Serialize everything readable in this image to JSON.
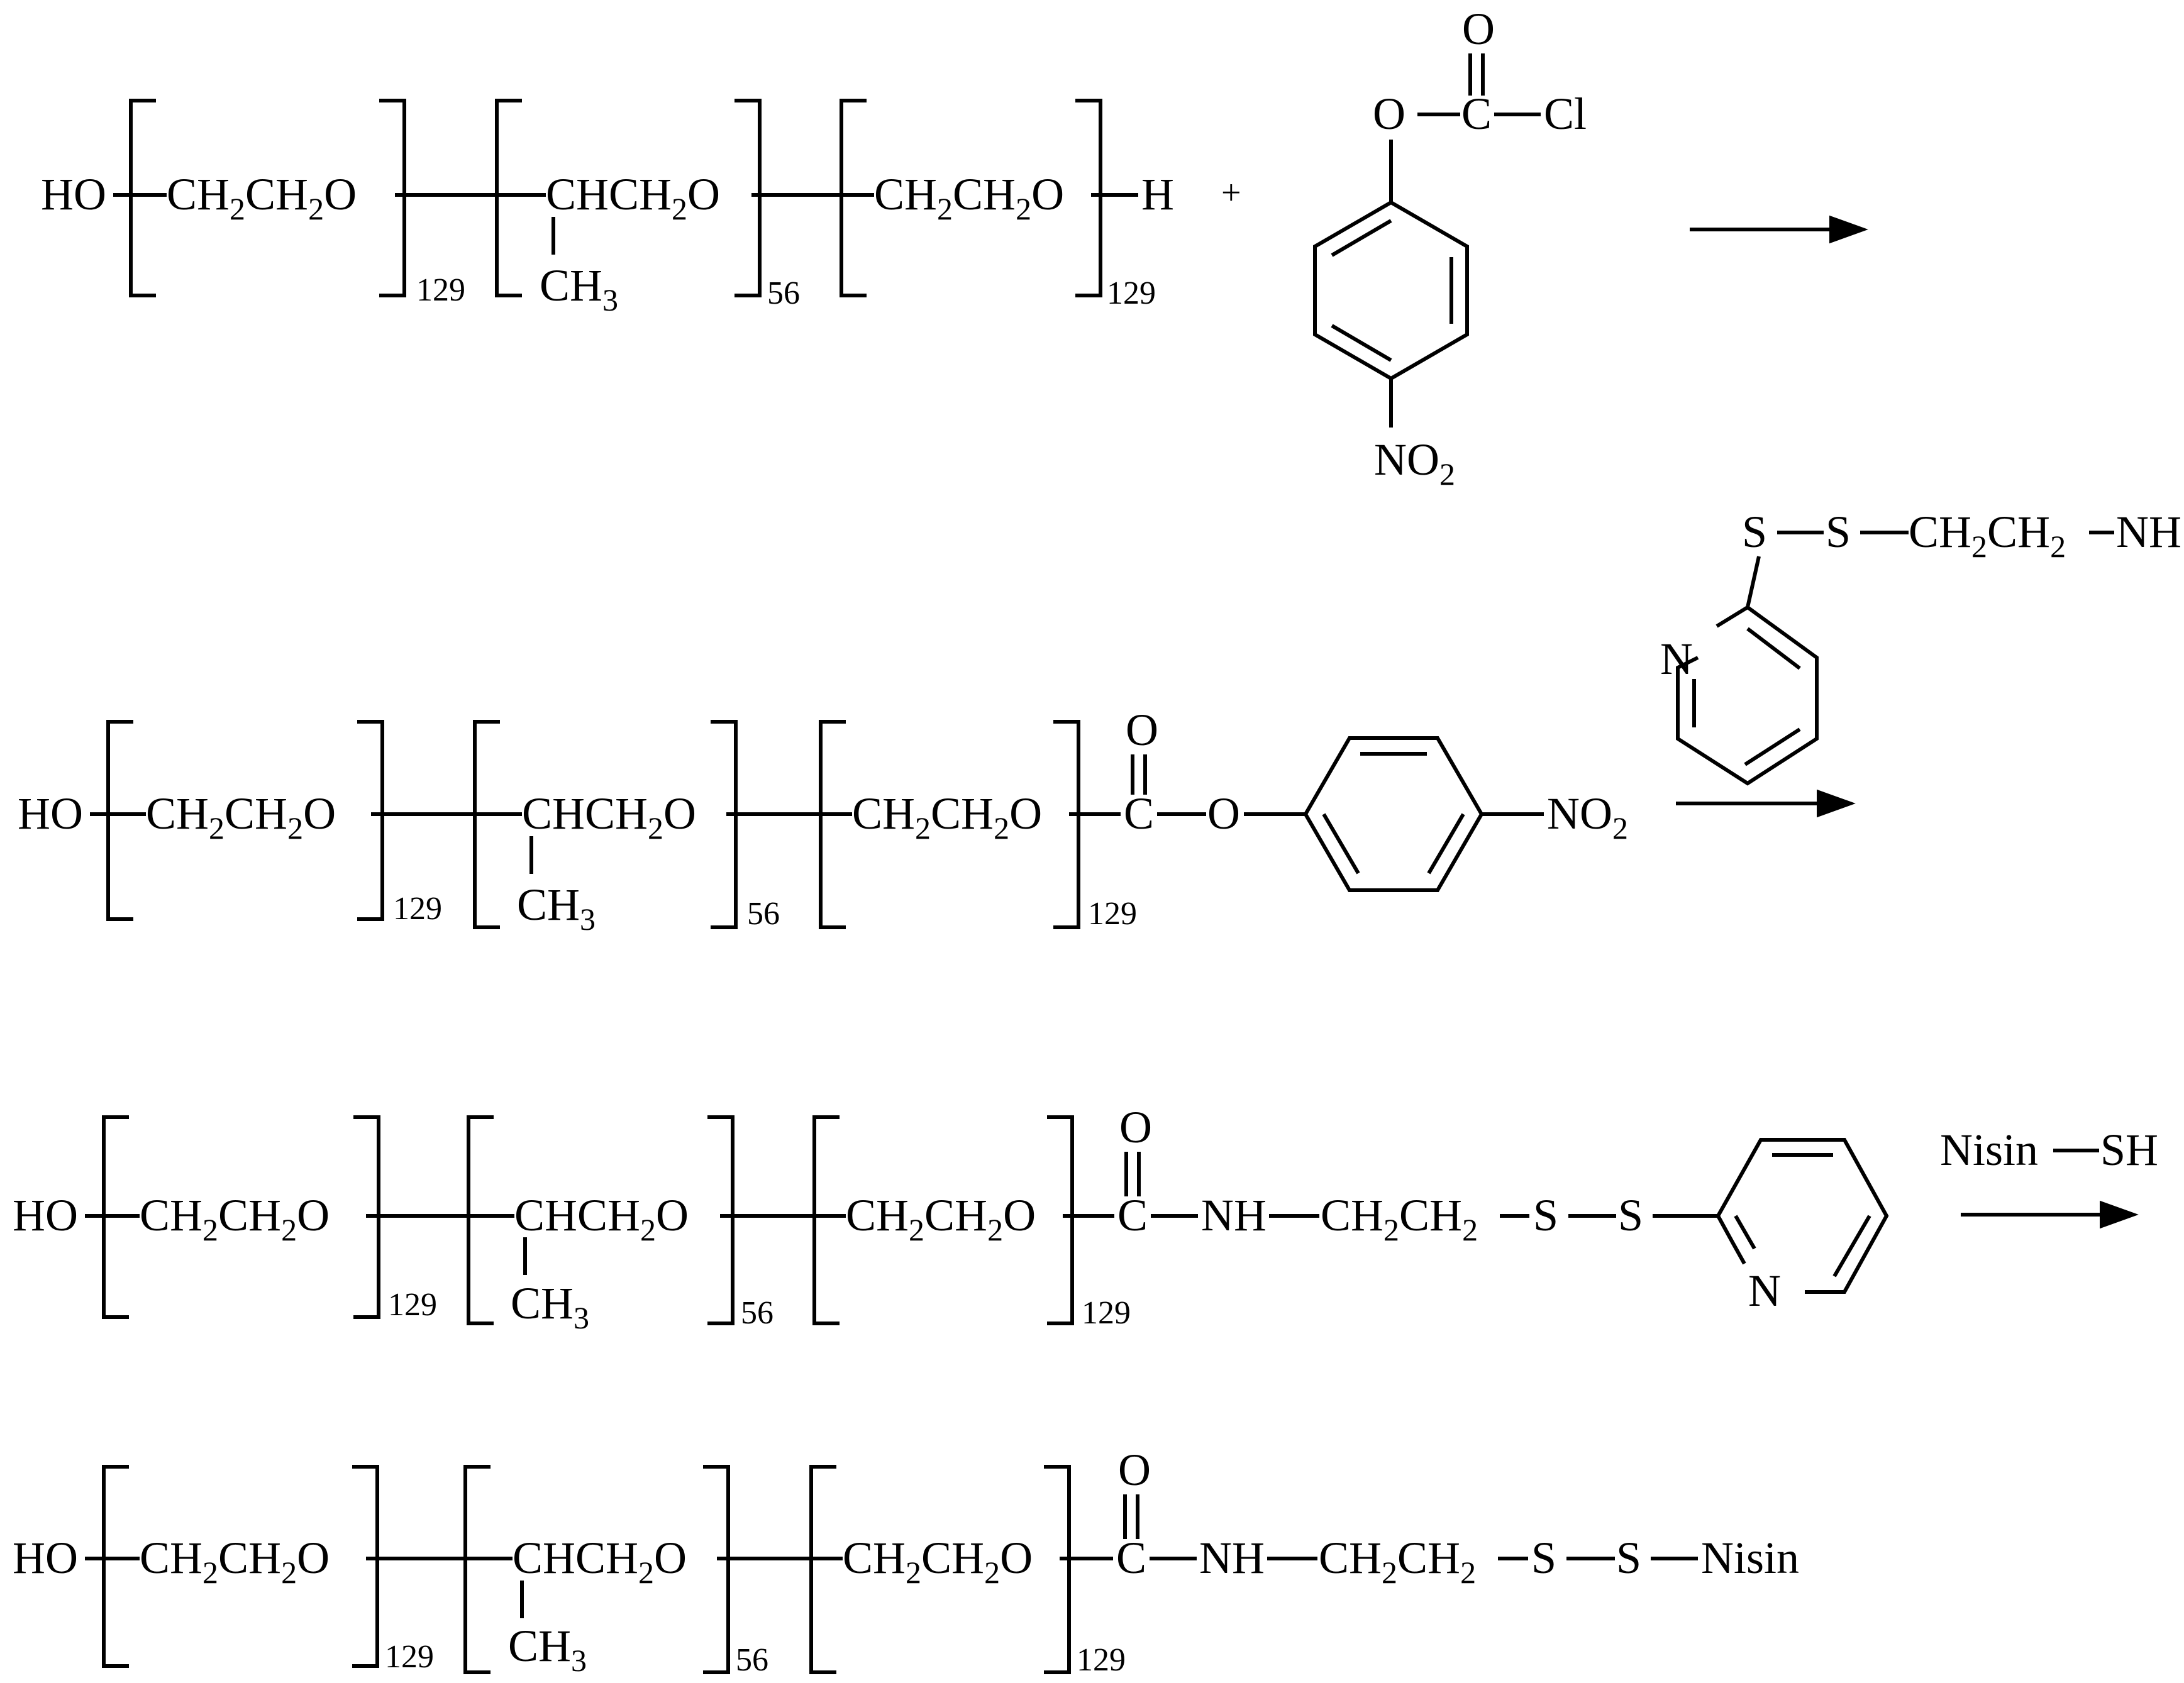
{
  "scheme": {
    "repeat": {
      "eo_1": "129",
      "po": "56",
      "eo_2": "129"
    },
    "groups": {
      "ho": "HO",
      "ch2ch2o": [
        "CH",
        "2",
        "CH",
        "2",
        "O"
      ],
      "chch2o": [
        "CHCH",
        "2",
        "O"
      ],
      "ch3": [
        "CH",
        "3"
      ],
      "h": "H",
      "o": "O",
      "c": "C",
      "cl": "Cl",
      "nh": "NH",
      "s": "S",
      "n": "N",
      "no2": [
        "NO",
        "2"
      ],
      "ch2ch2": [
        "CH",
        "2",
        "CH",
        "2"
      ],
      "nh_terminal": "NH",
      "nisin": "Nisin",
      "sh": "SH"
    },
    "plus": "+"
  }
}
